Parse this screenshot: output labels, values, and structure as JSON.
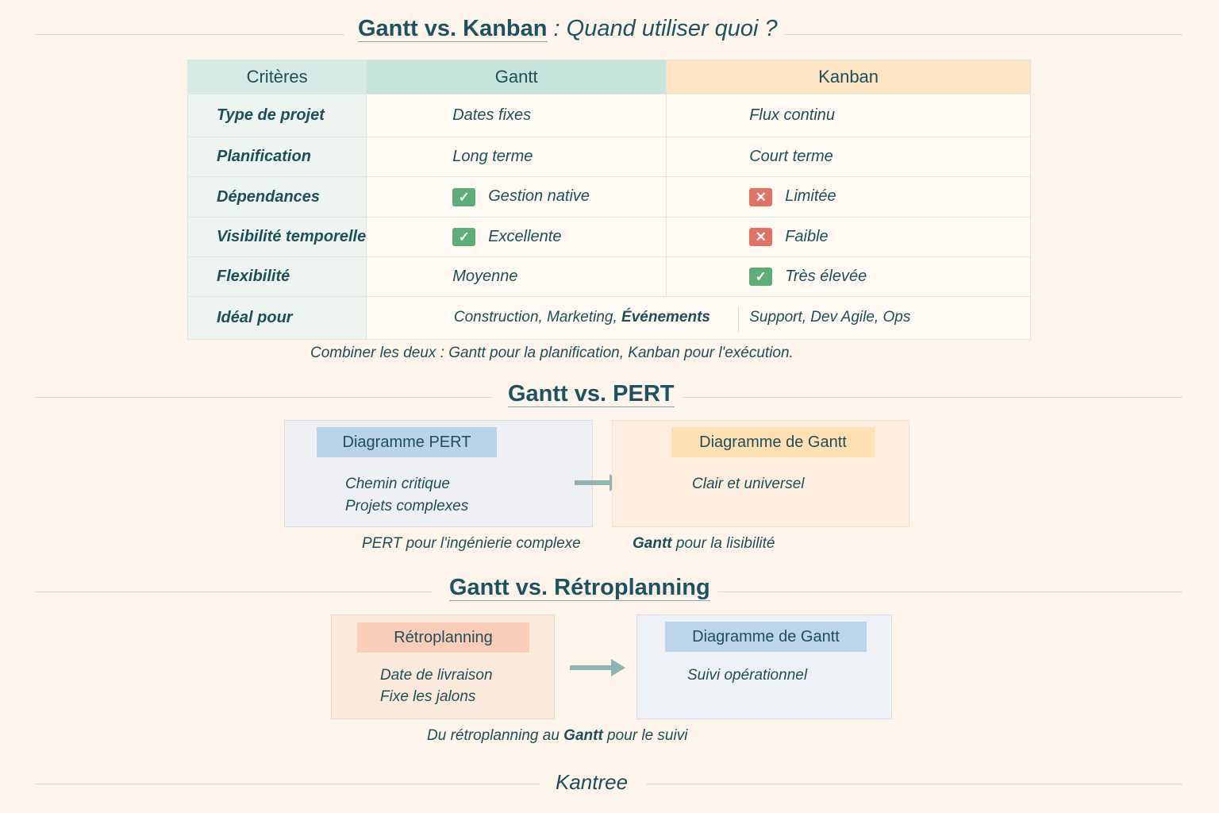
{
  "section1": {
    "title_bold": "Gantt vs. Kanban",
    "title_rest": " : Quand utiliser quoi ?",
    "headers": [
      "Critères",
      "Gantt",
      "Kanban"
    ],
    "rows": [
      {
        "criterion": "Type de projet",
        "gantt": "Dates fixes",
        "kanban": "Flux continu"
      },
      {
        "criterion": "Planification",
        "gantt": "Long terme",
        "kanban": "Court terme"
      },
      {
        "criterion": "Dépendances",
        "gantt": "Gestion native",
        "gantt_icon": "check-icon",
        "kanban": "Limitée",
        "kanban_icon": "cross-icon"
      },
      {
        "criterion": "Visibilité temporelle",
        "gantt": "Excellente",
        "gantt_icon": "check-icon",
        "kanban": "Faible",
        "kanban_icon": "cross-icon"
      },
      {
        "criterion": "Flexibilité",
        "gantt": "Moyenne",
        "kanban": "Très élevée",
        "kanban_icon": "check-icon"
      },
      {
        "criterion": "Idéal pour",
        "gantt": "Construction, Marketing, ",
        "gantt_bold": "Événements",
        "kanban": "Support, Dev Agile, Ops"
      }
    ],
    "note": "Combiner les deux : Gantt pour la planification, Kanban pour l'exécution."
  },
  "section2": {
    "title": "Gantt vs. PERT",
    "left": {
      "label": "Diagramme PERT",
      "lines": [
        "Chemin critique",
        "Projets complexes"
      ],
      "caption": "PERT pour l'ingénierie complexe"
    },
    "right": {
      "label": "Diagramme de Gantt",
      "lines": [
        "Clair et universel"
      ],
      "caption_bold": "Gantt",
      "caption": " pour la lisibilité"
    }
  },
  "section3": {
    "title": "Gantt vs. Rétroplanning",
    "left": {
      "label": "Rétroplanning",
      "lines": [
        "Date de livraison",
        "Fixe les jalons"
      ]
    },
    "right": {
      "label": "Diagramme de Gantt",
      "lines": [
        "Suivi opérationnel"
      ]
    },
    "caption_pre": "Du rétroplanning au ",
    "caption_bold": "Gantt",
    "caption_post": " pour le suivi"
  },
  "footer": {
    "brand": "Kantree"
  },
  "colors": {
    "text": "#1f4e5a",
    "check": "#5ead78",
    "cross": "#e27363",
    "gantt_header": "#c7e4dc",
    "kanban_header": "#fde4c2"
  }
}
